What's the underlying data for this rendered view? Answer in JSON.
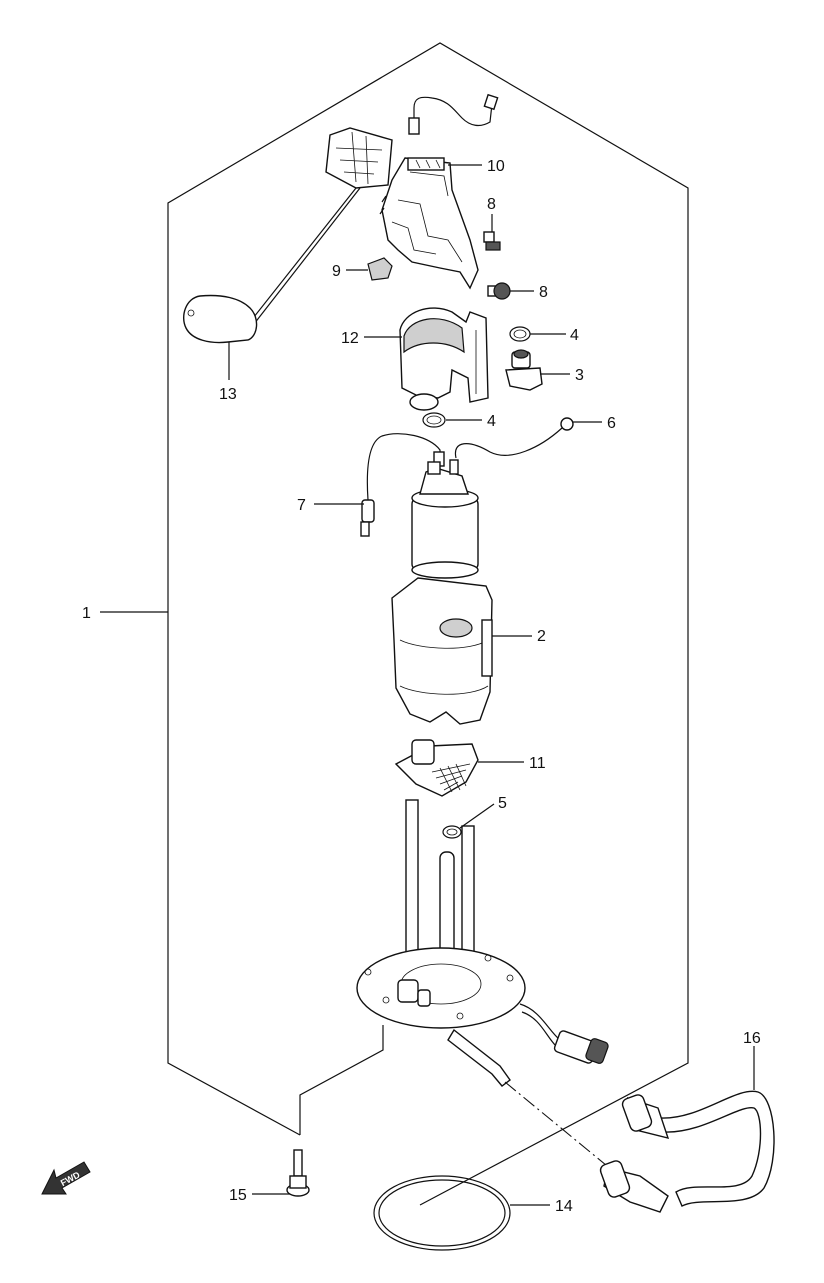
{
  "callouts": {
    "c1": "1",
    "c2": "2",
    "c3": "3",
    "c4a": "4",
    "c4b": "4",
    "c5": "5",
    "c6": "6",
    "c7": "7",
    "c8a": "8",
    "c8b": "8",
    "c9": "9",
    "c10": "10",
    "c11": "11",
    "c12": "12",
    "c13": "13",
    "c14": "14",
    "c15": "15",
    "c16": "16"
  },
  "fwd_label": "FWD"
}
